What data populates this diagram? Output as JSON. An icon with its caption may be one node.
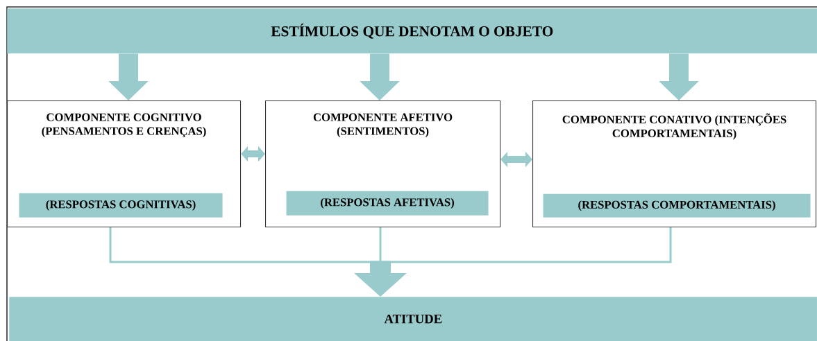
{
  "diagram": {
    "nodes": [
      {
        "text": [
          "ESTÍMULOS QUE DENOTAM O OBJETO"
        ]
      },
      {
        "text": [
          "COMPONENTE COGNITIVO (PENSAMENTOS E CRENÇAS)"
        ]
      },
      {
        "text": [
          "(RESPOSTAS COGNITIVAS)"
        ],
        "in": 1
      },
      {
        "text": [
          "COMPONENTE AFETIVO (SENTIMENTOS)"
        ]
      },
      {
        "text": [
          "(RESPOSTAS AFETIVAS)"
        ],
        "in": 3
      },
      {
        "text": [
          "COMPONENTE CONATIVO (INTENÇÕES COMPORTAMENTAIS)"
        ]
      },
      {
        "text": [
          "(RESPOSTAS COMPORTAMENTAIS)"
        ],
        "in": 5
      },
      {
        "text": [
          "ATITUDE"
        ]
      }
    ],
    "edges": [
      {
        "from": 0,
        "to": 1,
        "arrow": "to",
        "style": "thick"
      },
      {
        "from": 0,
        "to": 3,
        "arrow": "to",
        "style": "thick"
      },
      {
        "from": 0,
        "to": 5,
        "arrow": "to",
        "style": "thick"
      },
      {
        "from": 1,
        "to": 3,
        "arrow": "both"
      },
      {
        "from": 3,
        "to": 5,
        "arrow": "both"
      },
      {
        "from": 1,
        "to": 7,
        "arrow": "to"
      },
      {
        "from": 3,
        "to": 7,
        "arrow": "to"
      },
      {
        "from": 5,
        "to": 7,
        "arrow": "to"
      }
    ]
  }
}
